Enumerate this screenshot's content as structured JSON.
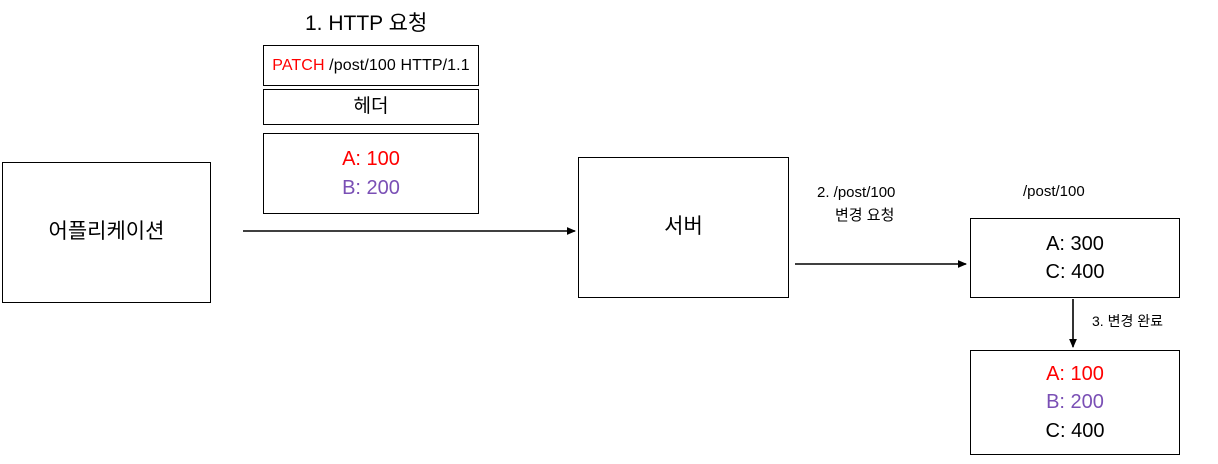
{
  "diagram": {
    "title_http_request": "1. HTTP 요청",
    "request": {
      "request_line": {
        "method": "PATCH",
        "target_and_version": " /post/100 HTTP/1.1",
        "method_color": "#ff0000"
      },
      "header_label": "헤더",
      "body_fields": [
        {
          "text": "A: 100",
          "color": "#ff0000"
        },
        {
          "text": "B: 200",
          "color": "#7a4fb5"
        }
      ]
    },
    "application_box": {
      "label": "어플리케이션"
    },
    "server_box": {
      "label": "서버"
    },
    "arrow_app_to_server": {
      "label": ""
    },
    "arrow_server_to_resource": {
      "line1": "2.  /post/100",
      "line2": "변경 요청"
    },
    "resource_path_label": "/post/100",
    "resource_before": {
      "fields": [
        {
          "text": "A: 300",
          "color": "#000000"
        },
        {
          "text": "C: 400",
          "color": "#000000"
        }
      ]
    },
    "arrow_change_complete": {
      "label": "3. 변경 완료"
    },
    "resource_after": {
      "fields": [
        {
          "text": "A: 100",
          "color": "#ff0000"
        },
        {
          "text": "B: 200",
          "color": "#7a4fb5"
        },
        {
          "text": "C: 400",
          "color": "#000000"
        }
      ]
    },
    "colors": {
      "stroke": "#000000",
      "background": "#ffffff",
      "accent_red": "#ff0000",
      "accent_purple": "#7a4fb5"
    }
  }
}
